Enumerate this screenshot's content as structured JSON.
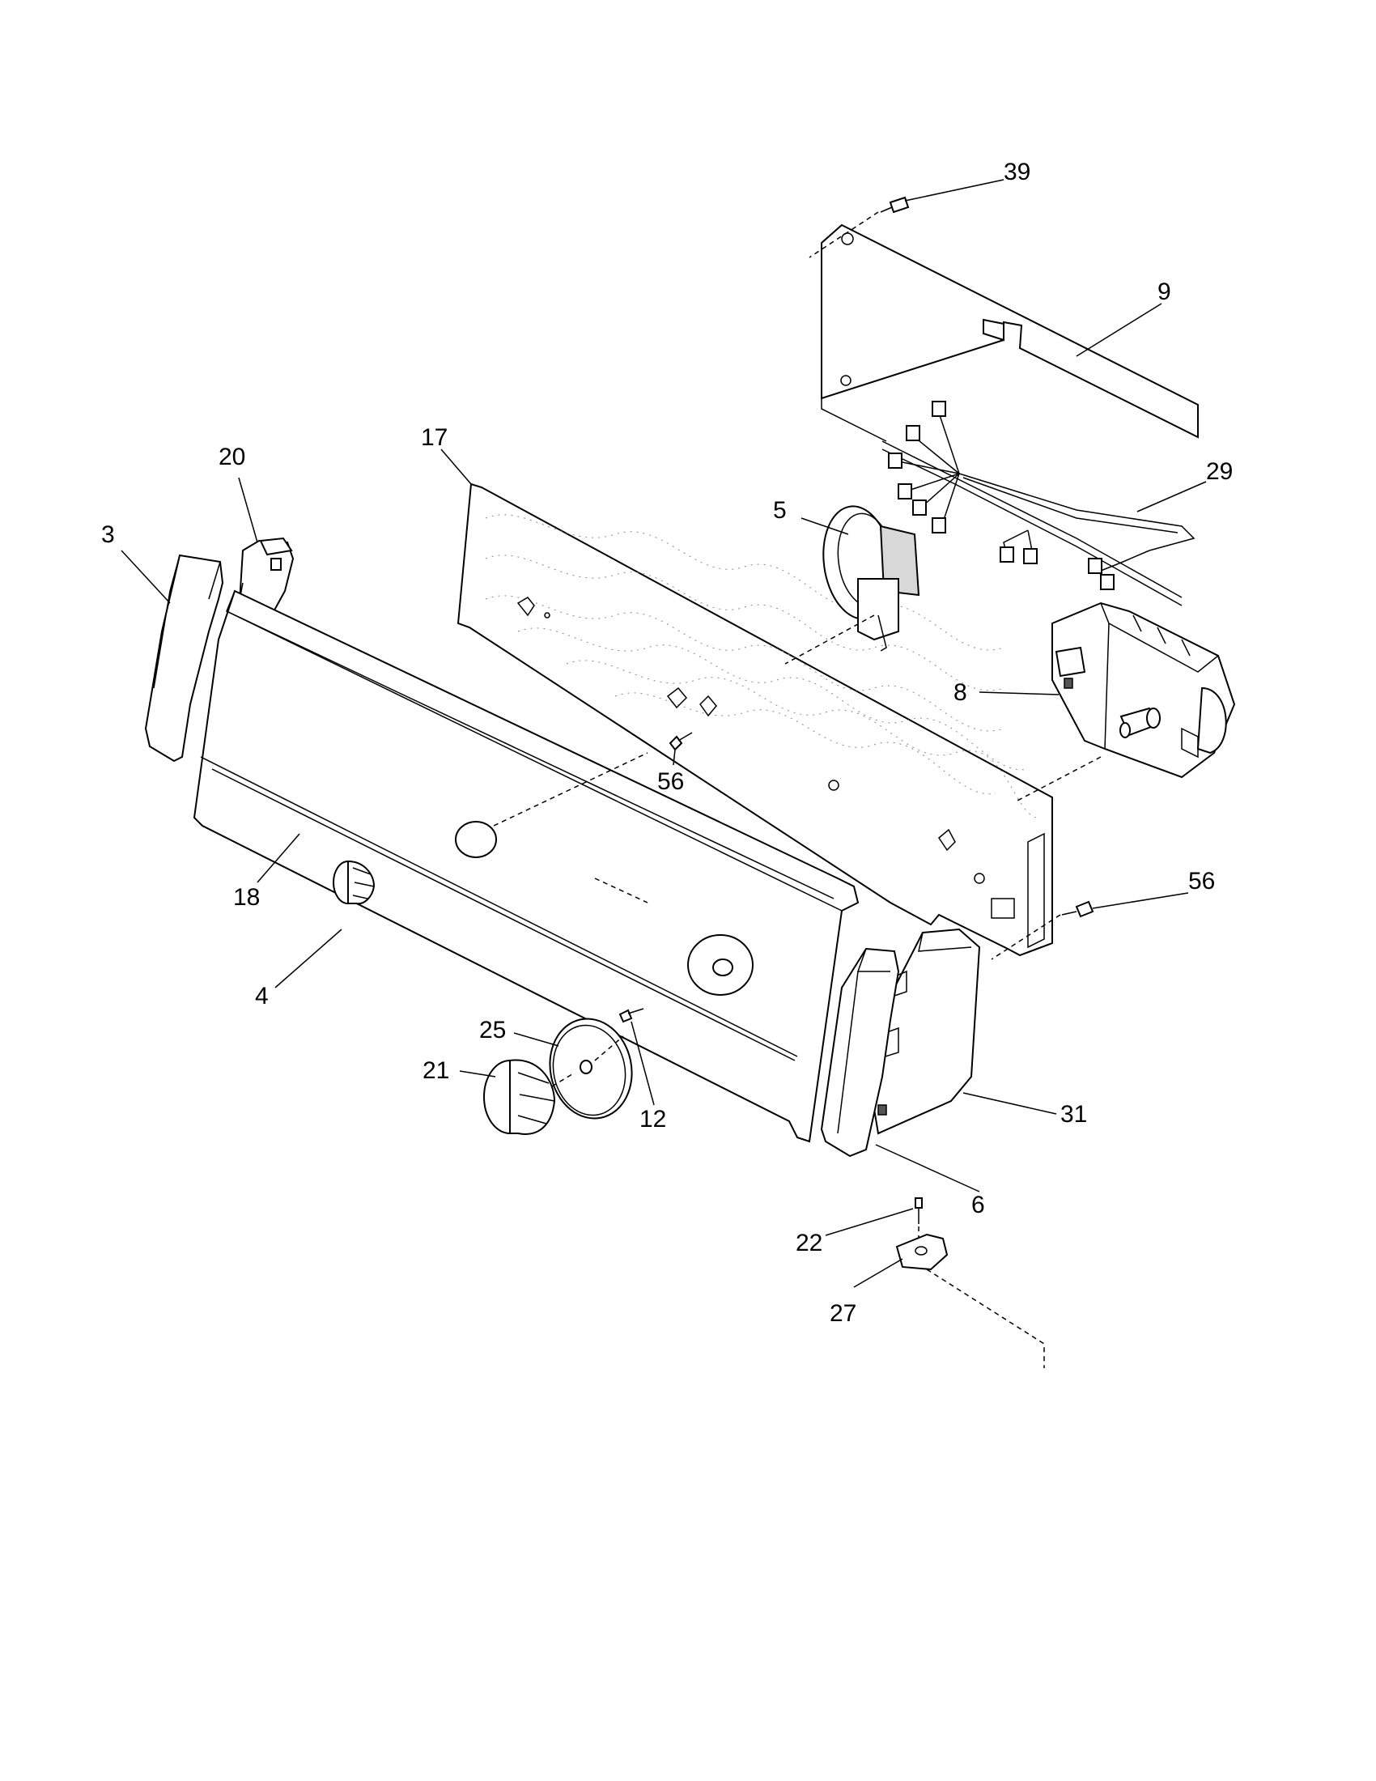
{
  "callouts": {
    "c39": "39",
    "c9": "9",
    "c17": "17",
    "c20": "20",
    "c3": "3",
    "c5": "5",
    "c29": "29",
    "c8": "8",
    "c56a": "56",
    "c56b": "56",
    "c18": "18",
    "c4": "4",
    "c25": "25",
    "c21": "21",
    "c12": "12",
    "c31": "31",
    "c6": "6",
    "c22": "22",
    "c27": "27"
  }
}
